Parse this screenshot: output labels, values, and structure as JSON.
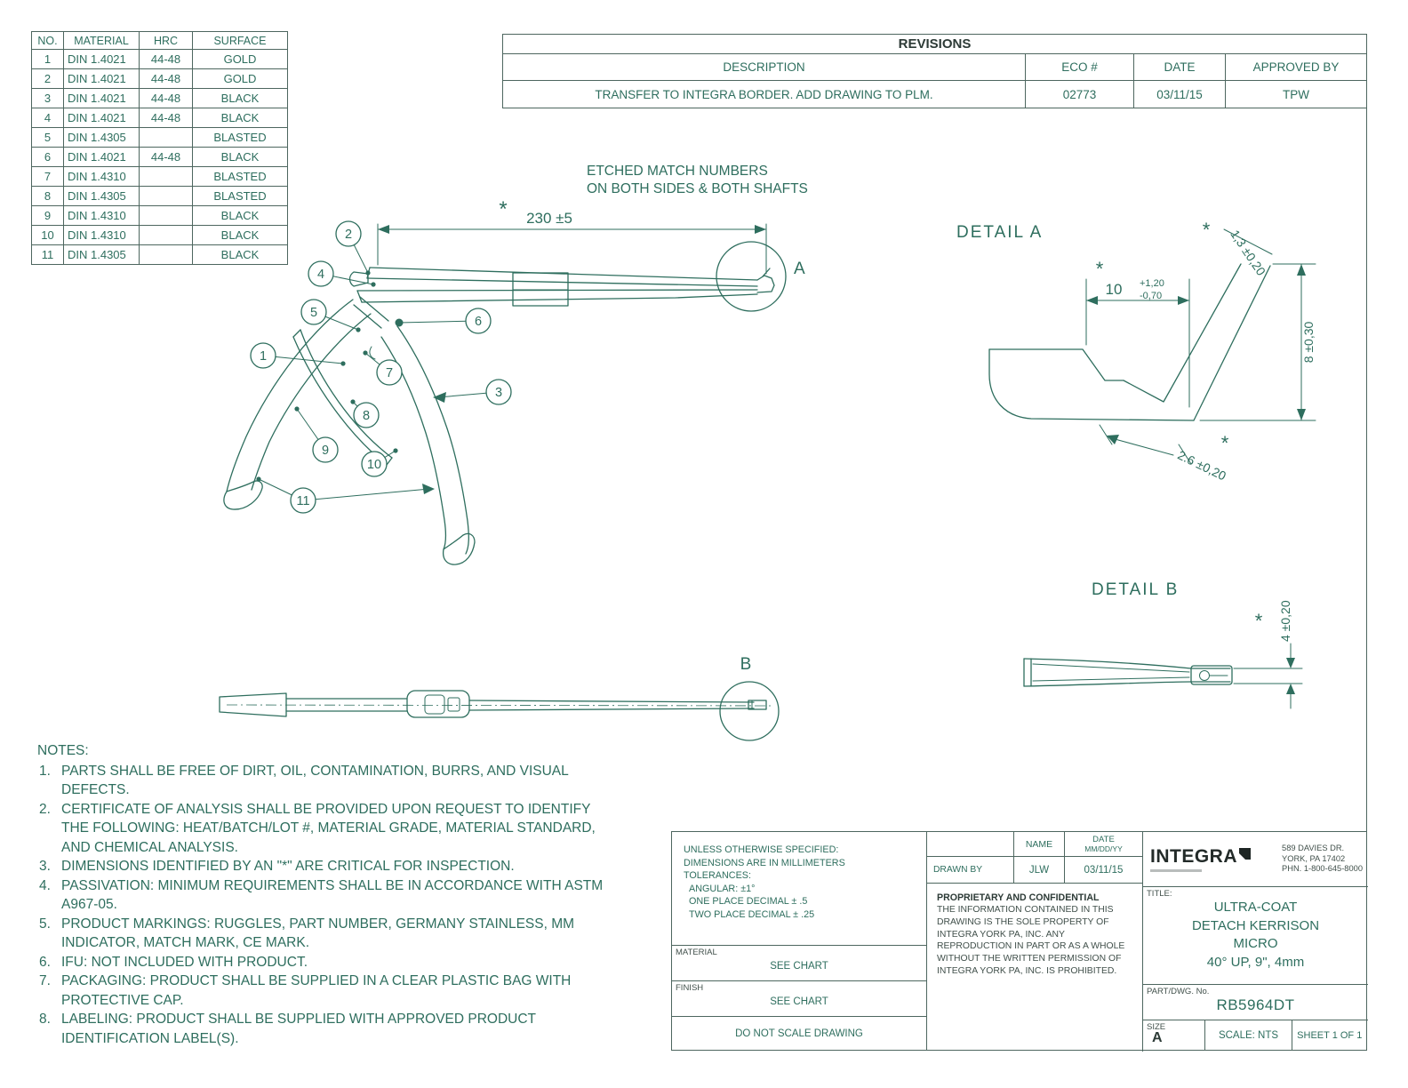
{
  "colors": {
    "ink": "#2e6e5e",
    "dark": "#2c3a36",
    "line": "#4d665f",
    "muted": "#41504b"
  },
  "material_table": {
    "headers": [
      "NO.",
      "MATERIAL",
      "HRC",
      "SURFACE"
    ],
    "rows": [
      [
        "1",
        "DIN 1.4021",
        "44-48",
        "GOLD"
      ],
      [
        "2",
        "DIN 1.4021",
        "44-48",
        "GOLD"
      ],
      [
        "3",
        "DIN 1.4021",
        "44-48",
        "BLACK"
      ],
      [
        "4",
        "DIN 1.4021",
        "44-48",
        "BLACK"
      ],
      [
        "5",
        "DIN 1.4305",
        "",
        "BLASTED"
      ],
      [
        "6",
        "DIN 1.4021",
        "44-48",
        "BLACK"
      ],
      [
        "7",
        "DIN 1.4310",
        "",
        "BLASTED"
      ],
      [
        "8",
        "DIN 1.4305",
        "",
        "BLASTED"
      ],
      [
        "9",
        "DIN 1.4310",
        "",
        "BLACK"
      ],
      [
        "10",
        "DIN 1.4310",
        "",
        "BLACK"
      ],
      [
        "11",
        "DIN 1.4305",
        "",
        "BLACK"
      ]
    ]
  },
  "revisions": {
    "title": "REVISIONS",
    "headers": {
      "description": "DESCRIPTION",
      "eco": "ECO #",
      "date": "DATE",
      "approved": "APPROVED BY"
    },
    "row": {
      "description": "TRANSFER TO INTEGRA BORDER. ADD DRAWING TO PLM.",
      "eco": "02773",
      "date": "03/11/15",
      "approved": "TPW"
    }
  },
  "drawing": {
    "etched_note_line1": "ETCHED MATCH NUMBERS",
    "etched_note_line2": "ON BOTH SIDES & BOTH SHAFTS",
    "critical_marker": "*",
    "dim_overall": "230 ±5",
    "view_a": "A",
    "view_b": "B",
    "callouts": [
      "1",
      "2",
      "3",
      "4",
      "5",
      "6",
      "7",
      "8",
      "9",
      "10",
      "11"
    ],
    "detail_a": {
      "title": "DETAIL A",
      "dim_width": "10",
      "dim_width_plus": "+1,20",
      "dim_width_minus": "-0,70",
      "dim_tip": "1,3 ±0,20",
      "dim_height": "8 ±0,30",
      "dim_foot": "2.6 ±0,20"
    },
    "detail_b": {
      "title": "DETAIL B",
      "dim_height": "4 ±0,20"
    }
  },
  "notes": {
    "title": "NOTES:",
    "items": [
      {
        "num": "1.",
        "text": "PARTS SHALL BE FREE OF DIRT, OIL, CONTAMINATION, BURRS, AND VISUAL DEFECTS."
      },
      {
        "num": "2.",
        "text": "CERTIFICATE OF ANALYSIS SHALL BE PROVIDED UPON REQUEST TO IDENTIFY THE FOLLOWING: HEAT/BATCH/LOT #, MATERIAL GRADE, MATERIAL STANDARD, AND CHEMICAL ANALYSIS."
      },
      {
        "num": "3.",
        "text": "DIMENSIONS IDENTIFIED BY AN \"*\" ARE CRITICAL FOR INSPECTION."
      },
      {
        "num": "4.",
        "text": "PASSIVATION: MINIMUM REQUIREMENTS SHALL BE IN ACCORDANCE WITH ASTM A967-05."
      },
      {
        "num": "5.",
        "text": "PRODUCT MARKINGS: RUGGLES, PART NUMBER, GERMANY STAINLESS, MM INDICATOR, MATCH MARK, CE MARK."
      },
      {
        "num": "6.",
        "text": "IFU: NOT INCLUDED WITH PRODUCT."
      },
      {
        "num": "7.",
        "text": "PACKAGING: PRODUCT SHALL BE SUPPLIED IN A CLEAR PLASTIC BAG WITH PROTECTIVE CAP."
      },
      {
        "num": "8.",
        "text": "LABELING: PRODUCT SHALL BE SUPPLIED WITH APPROVED PRODUCT IDENTIFICATION LABEL(S)."
      }
    ]
  },
  "title_block": {
    "tolerances": {
      "line1": "UNLESS OTHERWISE SPECIFIED:",
      "line2": "DIMENSIONS ARE IN MILLIMETERS",
      "line3": "TOLERANCES:",
      "line4": "ANGULAR: ±1°",
      "line5": "ONE PLACE DECIMAL ± .5",
      "line6": "TWO PLACE DECIMAL ± .25"
    },
    "material_label": "MATERIAL",
    "material_value": "SEE CHART",
    "finish_label": "FINISH",
    "finish_value": "SEE CHART",
    "do_not_scale": "DO NOT SCALE DRAWING",
    "name_header": "NAME",
    "date_header_line1": "DATE",
    "date_header_line2": "MM/DD/YY",
    "drawn_by_label": "DRAWN BY",
    "drawn_by_name": "JLW",
    "drawn_by_date": "03/11/15",
    "proprietary_title": "PROPRIETARY AND CONFIDENTIAL",
    "proprietary_text": "THE INFORMATION CONTAINED IN THIS DRAWING IS THE SOLE PROPERTY OF INTEGRA YORK PA, INC.  ANY REPRODUCTION IN PART OR AS A WHOLE WITHOUT THE WRITTEN PERMISSION OF INTEGRA YORK PA, INC. IS PROHIBITED.",
    "company": {
      "logo": "INTEGRA",
      "address_line1": "589 DAVIES DR.",
      "address_line2": "YORK, PA 17402",
      "address_line3": "PHN. 1-800-645-8000"
    },
    "title_label": "TITLE:",
    "title_line1": "ULTRA-COAT",
    "title_line2": "DETACH KERRISON",
    "title_line3": "MICRO",
    "title_line4": "40° UP, 9\", 4mm",
    "part_label": "PART/DWG. No.",
    "part_number": "RB5964DT",
    "size_label": "SIZE",
    "size_value": "A",
    "scale": "SCALE: NTS",
    "sheet": "SHEET 1 OF 1"
  }
}
